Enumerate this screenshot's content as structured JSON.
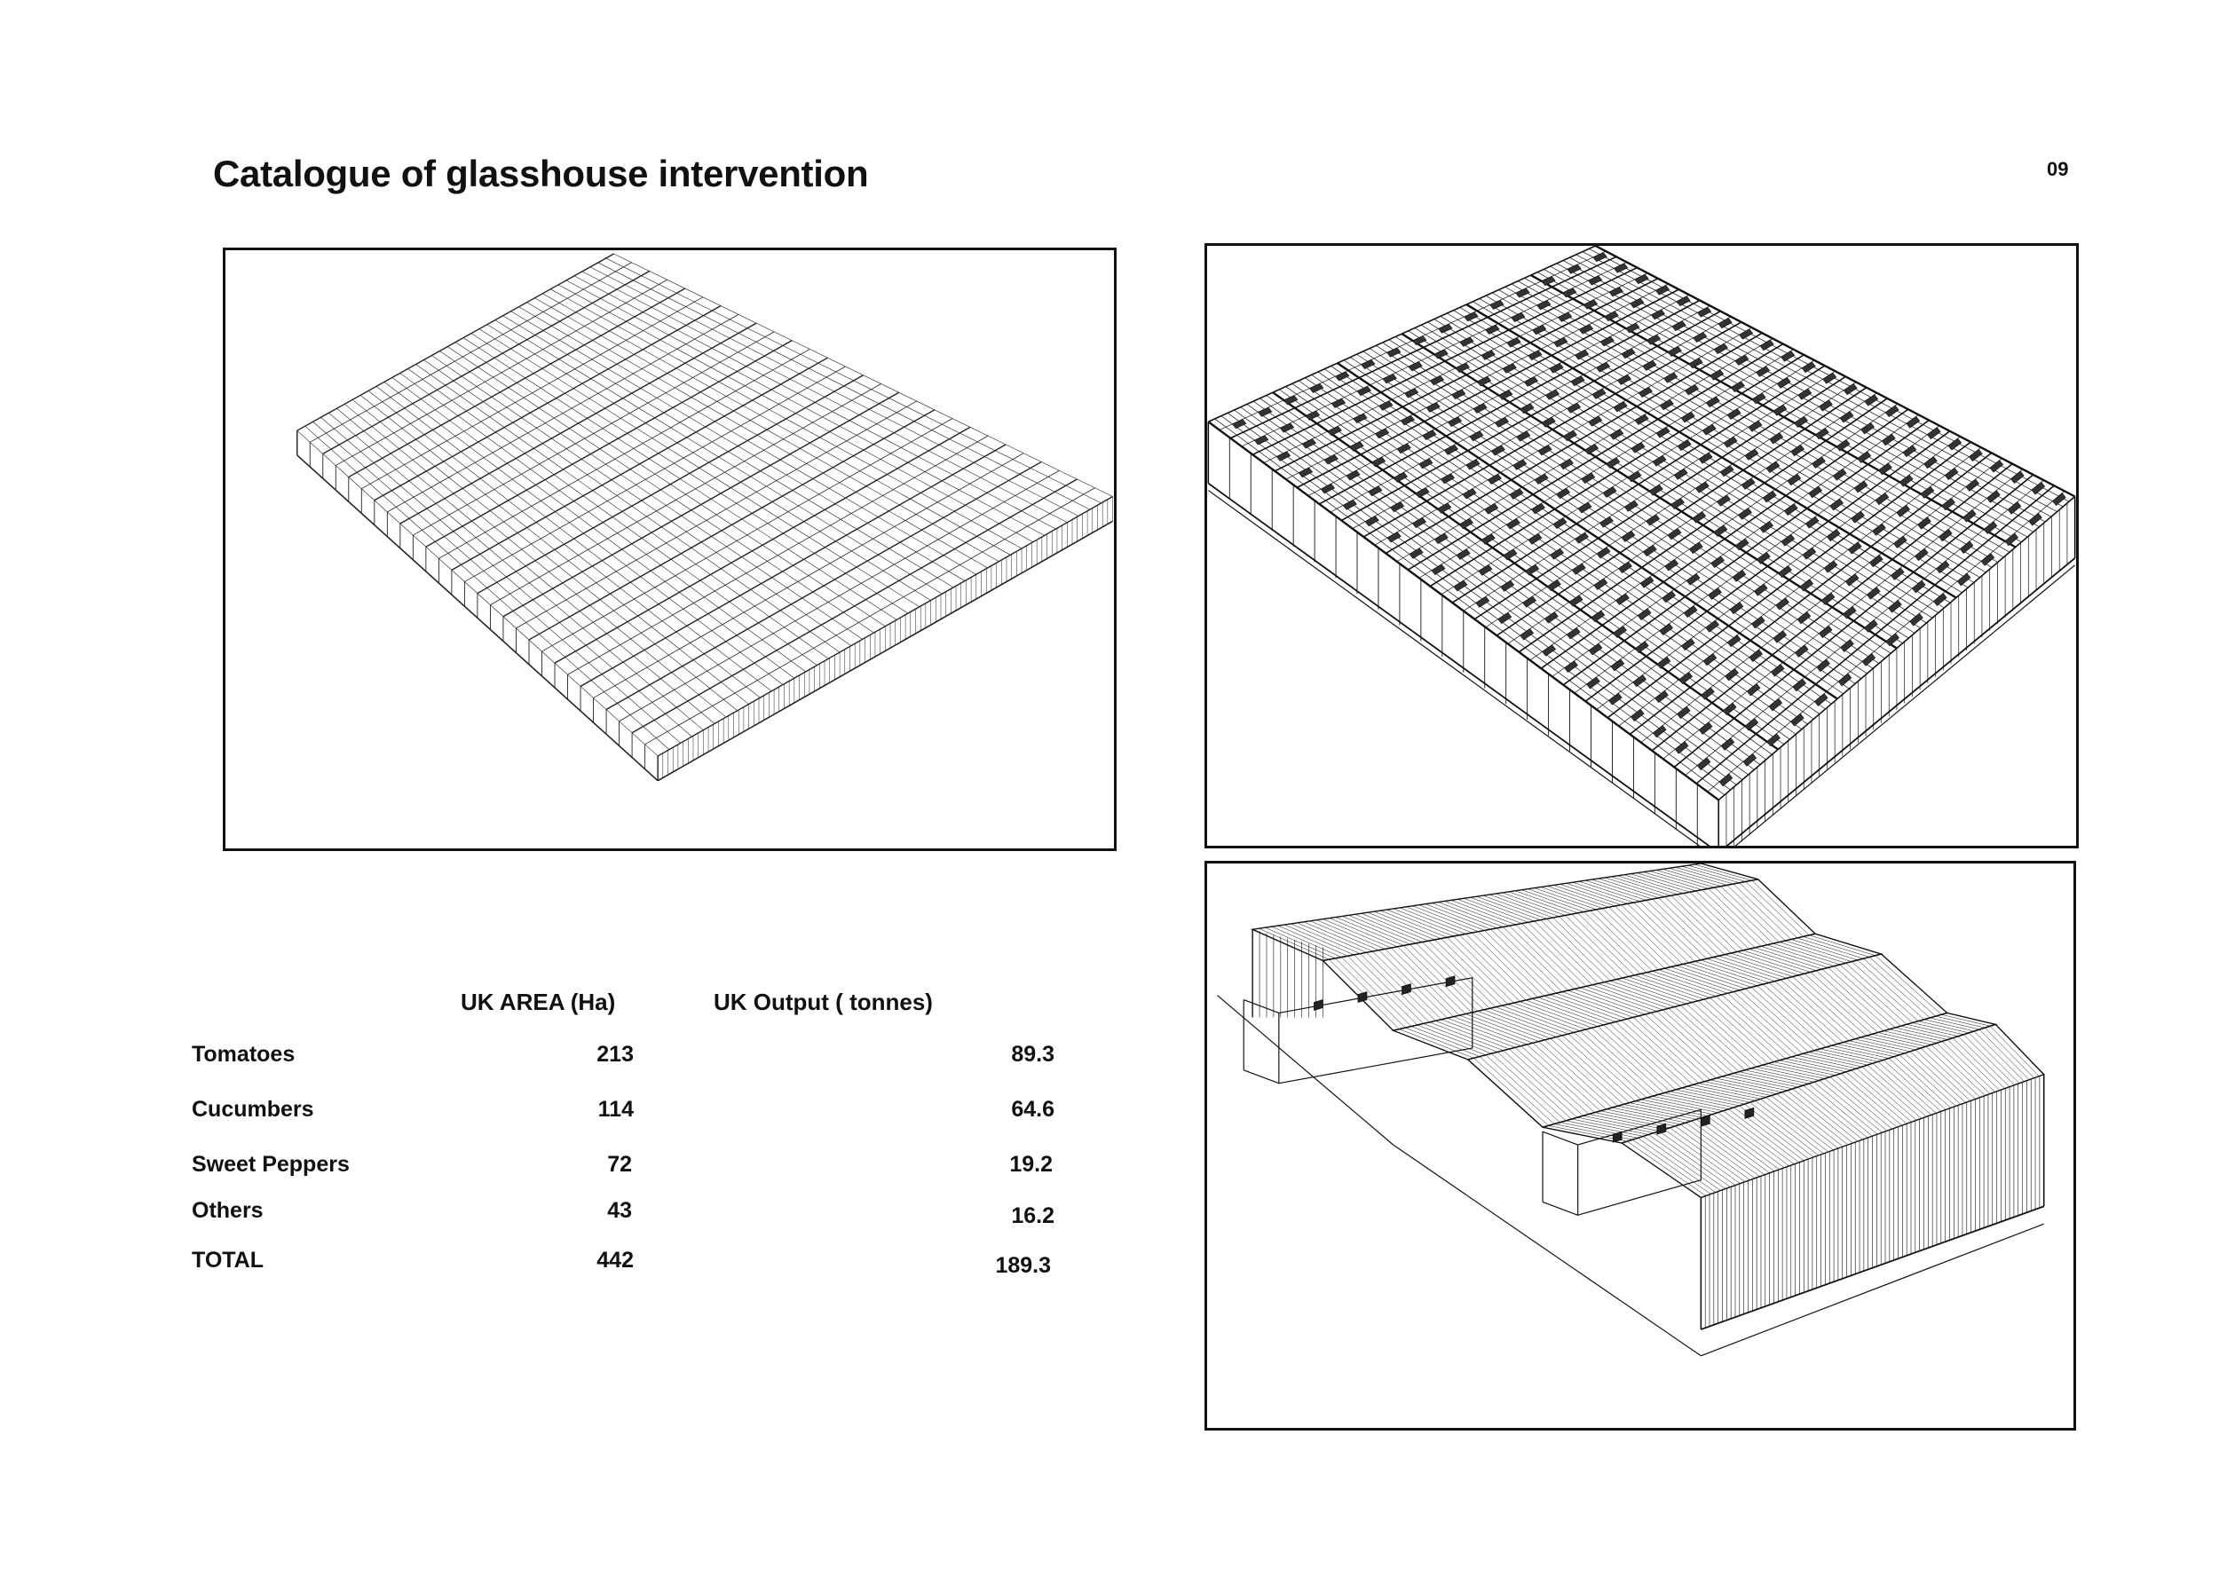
{
  "page": {
    "title": "Catalogue of glasshouse intervention",
    "page_number": "09"
  },
  "table": {
    "headers": [
      "UK AREA (Ha)",
      "UK Output ( tonnes)"
    ],
    "rows": [
      {
        "label": "Tomatoes",
        "area": "213",
        "output": "89.3"
      },
      {
        "label": "Cucumbers",
        "area": "114",
        "output": "64.6"
      },
      {
        "label": "Sweet Peppers",
        "area": "72",
        "output": "19.2"
      },
      {
        "label": "Others",
        "area": "43",
        "output": "16.2"
      },
      {
        "label": "TOTAL",
        "area": "442",
        "output": "189.3"
      }
    ]
  }
}
